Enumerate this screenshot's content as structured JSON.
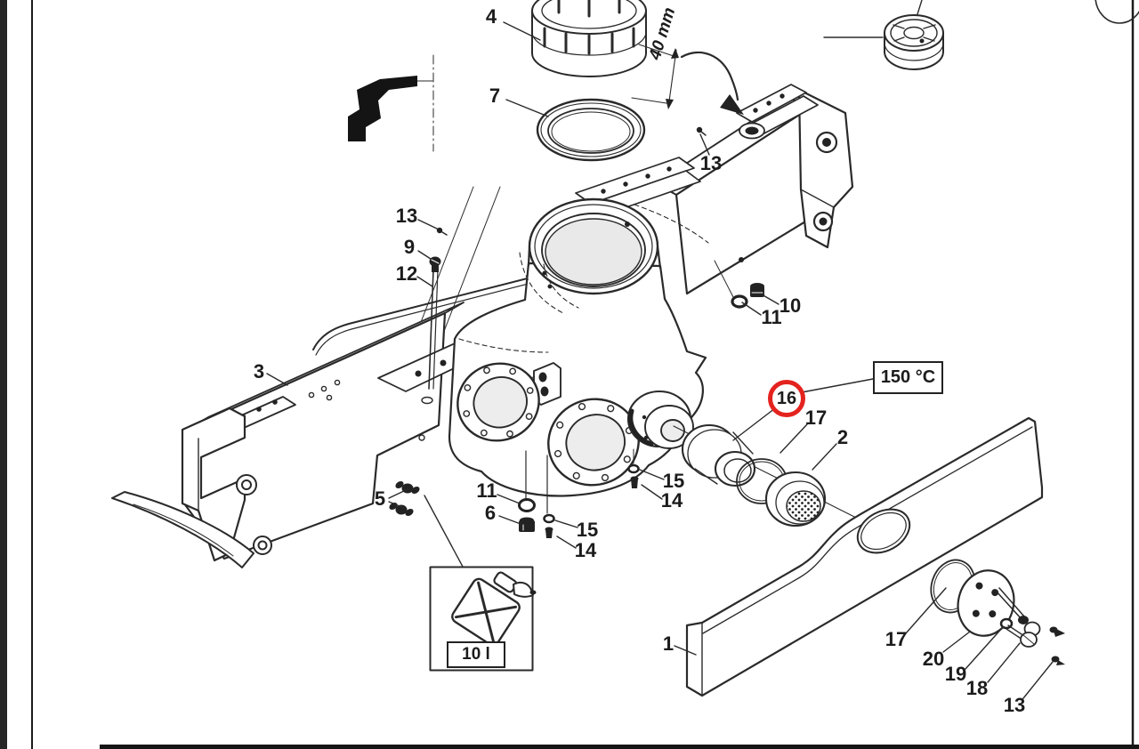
{
  "page": {
    "background": "#ffffff",
    "frame_color": "#262626",
    "line_color": "#2a2a2a",
    "interior_shade": "#e9e9e9",
    "highlight_color": "#e4231e"
  },
  "annotations": {
    "temperature_label": "150 °C",
    "dimension_label": "40 mm",
    "capacity_label": "10 l"
  },
  "callouts": [
    {
      "label": "4"
    },
    {
      "label": "7"
    },
    {
      "label": "13"
    },
    {
      "label": "13"
    },
    {
      "label": "9"
    },
    {
      "label": "12"
    },
    {
      "label": "3"
    },
    {
      "label": "10"
    },
    {
      "label": "11"
    },
    {
      "label": "16",
      "highlighted": true
    },
    {
      "label": "17"
    },
    {
      "label": "2"
    },
    {
      "label": "5"
    },
    {
      "label": "11"
    },
    {
      "label": "6"
    },
    {
      "label": "15"
    },
    {
      "label": "14"
    },
    {
      "label": "15"
    },
    {
      "label": "14"
    },
    {
      "label": "1"
    },
    {
      "label": "17"
    },
    {
      "label": "20"
    },
    {
      "label": "19"
    },
    {
      "label": "18"
    },
    {
      "label": "13"
    }
  ]
}
